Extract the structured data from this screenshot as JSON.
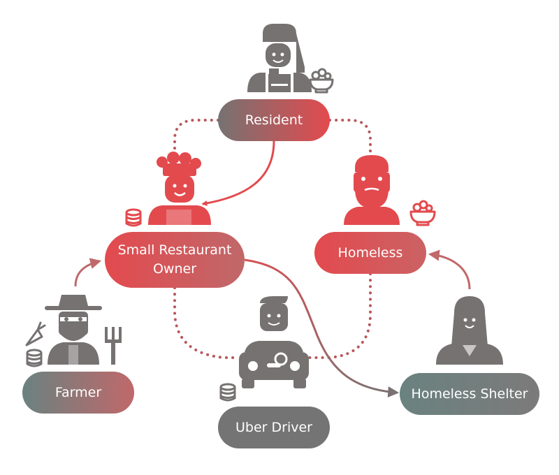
{
  "nodes": {
    "resident": {
      "label": "Resident"
    },
    "owner": {
      "label": "Small Restaurant Owner"
    },
    "homeless": {
      "label": "Homeless"
    },
    "farmer": {
      "label": "Farmer"
    },
    "driver": {
      "label": "Uber Driver"
    },
    "shelter": {
      "label": "Homeless Shelter"
    }
  },
  "icons": {
    "resident": "woman-apron-icon",
    "owner": "chef-icon",
    "homeless": "bearded-man-icon",
    "farmer": "farmer-icon",
    "driver": "car-driver-icon",
    "shelter": "woman-icon",
    "food": "food-bowl-icon",
    "money": "coin-stack-icon",
    "carrot": "carrot-icon",
    "pitchfork": "pitchfork-icon"
  },
  "colors": {
    "red": "#e34a4e",
    "gray": "#747474",
    "teal_gray": "#6a8280"
  }
}
